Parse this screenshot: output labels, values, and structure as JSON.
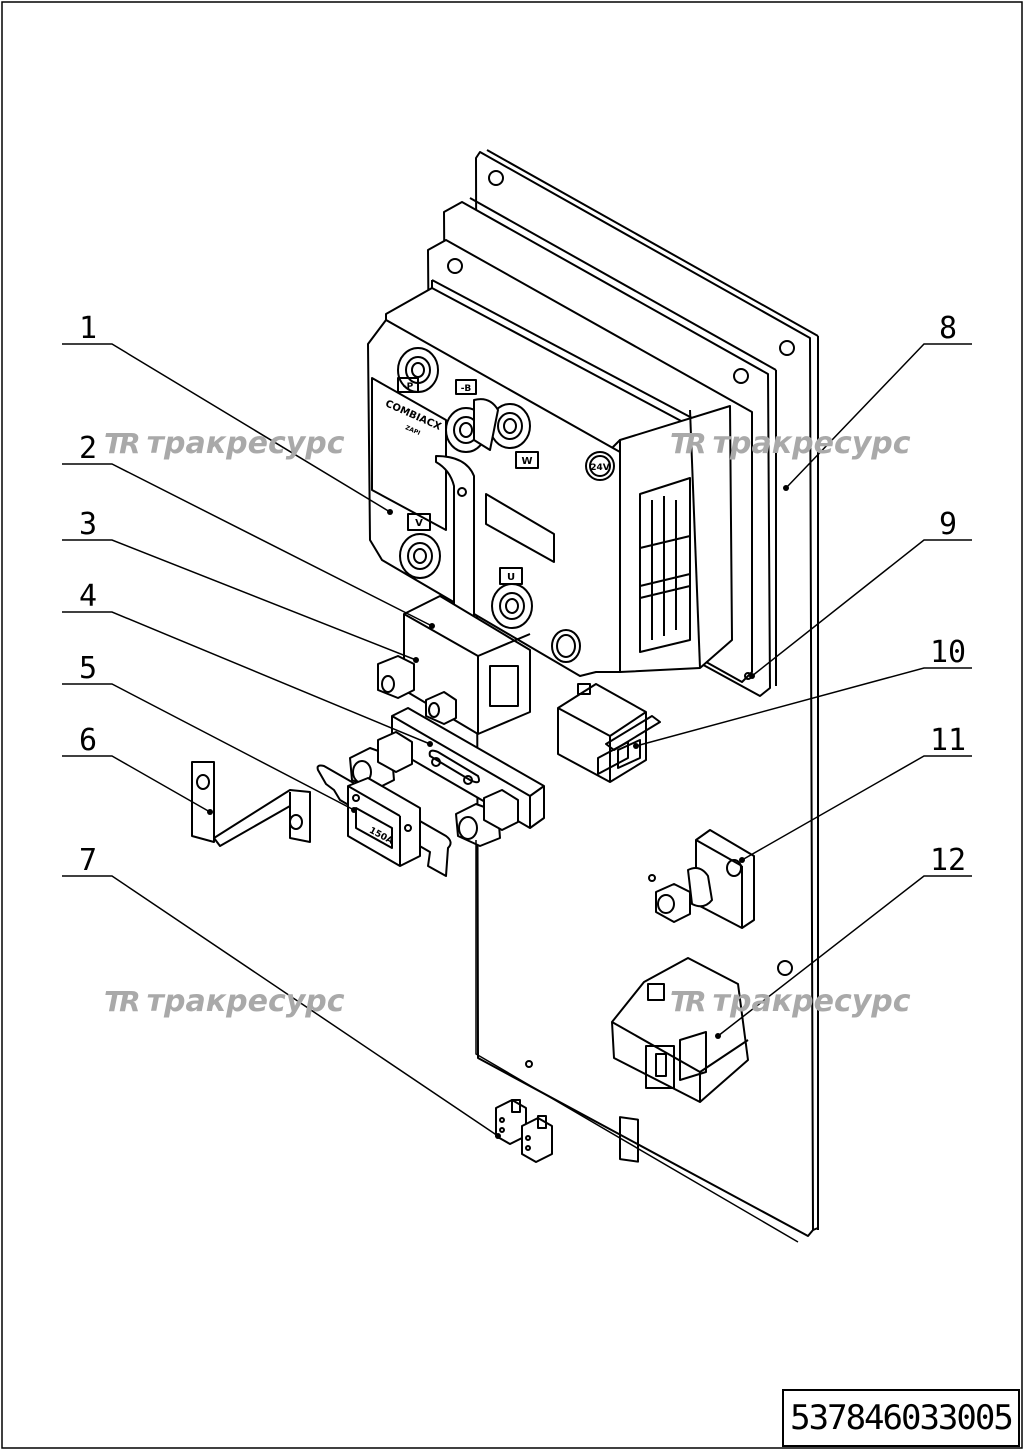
{
  "drawing": {
    "document_number": "537846033005",
    "watermark_logo": "TR",
    "watermark_text": "тракресурс",
    "callouts": [
      "1",
      "2",
      "3",
      "4",
      "5",
      "6",
      "7",
      "8",
      "9",
      "10",
      "11",
      "12"
    ],
    "labels": {
      "controller_brand": "COMBIACX",
      "controller_sub": "ZAPI",
      "terminal_p": "-P",
      "terminal_b": "-B",
      "terminal_w": "W",
      "terminal_v": "V",
      "terminal_u": "U",
      "voltage_badge": "24V",
      "fuse_rating": "150A"
    }
  }
}
